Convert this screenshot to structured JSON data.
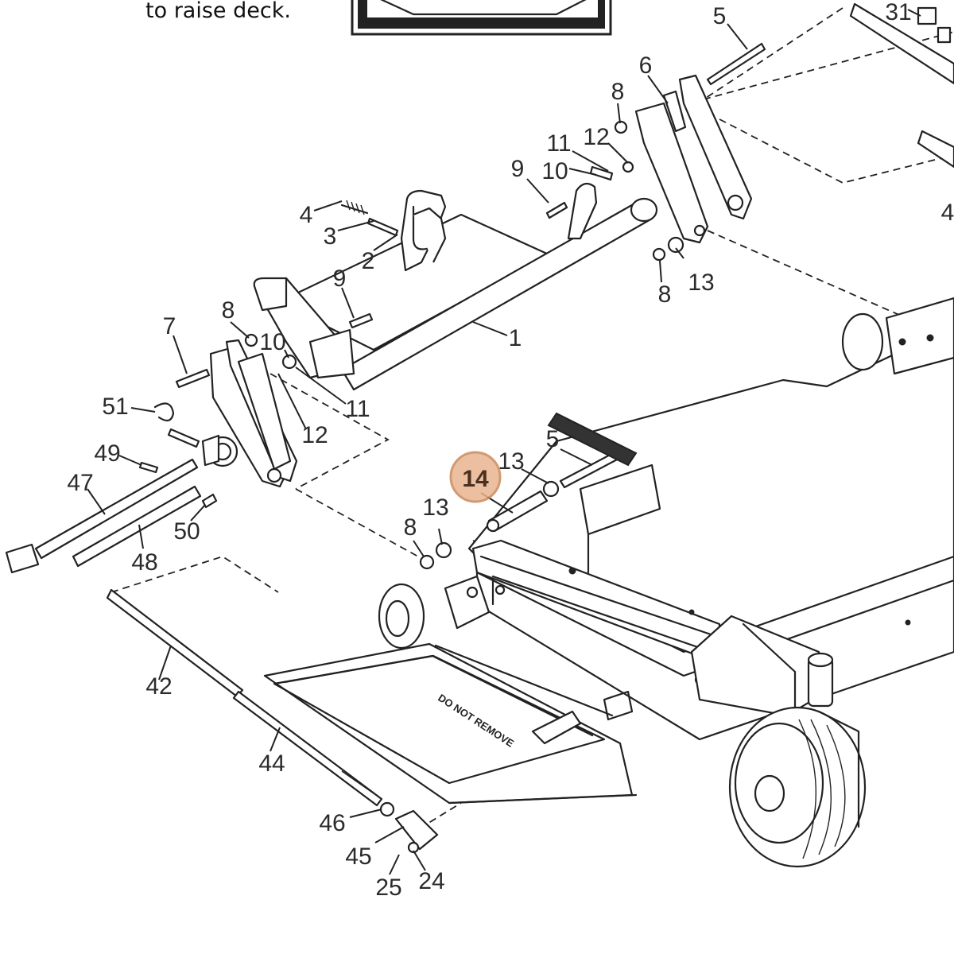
{
  "caption": {
    "text": "to raise deck."
  },
  "highlight": {
    "part": "14",
    "color": "#e8b58f",
    "ring_color": "#c9895a"
  },
  "part_labels": {
    "p1": "1",
    "p2": "2",
    "p3": "3",
    "p4": "4",
    "p5a": "5",
    "p5b": "5",
    "p6": "6",
    "p7": "7",
    "p8a": "8",
    "p8b": "8",
    "p8c": "8",
    "p8d": "8",
    "p9a": "9",
    "p9b": "9",
    "p10a": "10",
    "p10b": "10",
    "p11a": "11",
    "p11b": "11",
    "p12a": "12",
    "p12b": "12",
    "p13a": "13",
    "p13b": "13",
    "p13c": "13",
    "p24": "24",
    "p25": "25",
    "p31": "31",
    "p42": "42",
    "p43": "4",
    "p44": "44",
    "p45": "45",
    "p46": "46",
    "p47": "47",
    "p48": "48",
    "p49": "49",
    "p50": "50",
    "p51": "51"
  },
  "deck_decal": "DO NOT REMOVE"
}
